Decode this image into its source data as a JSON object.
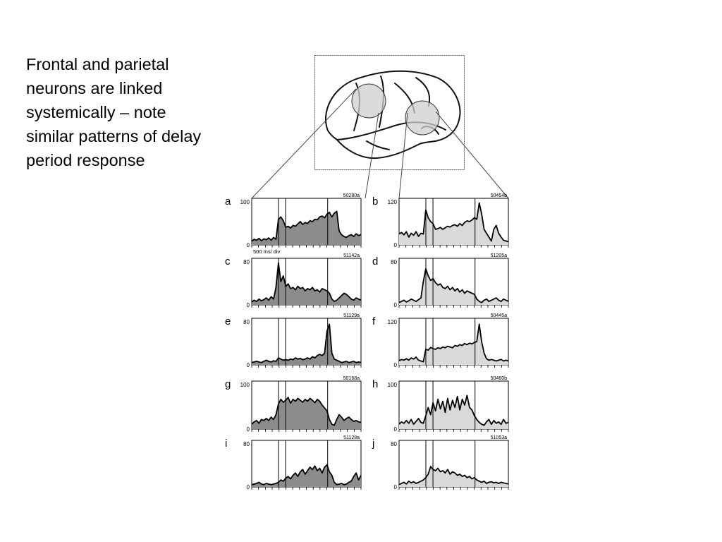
{
  "slide": {
    "text": "Frontal and parietal\nneurons are linked\nsystemically – note\nsimilar patterns of delay\nperiod response"
  },
  "brain": {
    "icon": "monkey-brain-lateral-view"
  },
  "scale_label": "500 ms/ div",
  "colors": {
    "frontal_fill": "#8c8c8c",
    "parietal_fill": "#d9d9d9",
    "line": "#000000"
  },
  "chart_data": [
    {
      "type": "area",
      "panel": "a",
      "id": "50280a",
      "ylim": [
        0,
        100
      ],
      "yticks": [
        "0",
        "100"
      ],
      "fill": "dark",
      "values": [
        8,
        12,
        10,
        14,
        9,
        13,
        11,
        15,
        10,
        16,
        12,
        55,
        60,
        52,
        38,
        40,
        36,
        42,
        40,
        45,
        50,
        44,
        48,
        46,
        52,
        50,
        55,
        54,
        60,
        62,
        58,
        66,
        70,
        60,
        68,
        72,
        30,
        22,
        18,
        16,
        20,
        22,
        18,
        24,
        20,
        22
      ]
    },
    {
      "type": "area",
      "panel": "b",
      "id": "50454b",
      "ylim": [
        0,
        120
      ],
      "yticks": [
        "0",
        "120"
      ],
      "fill": "light",
      "values": [
        28,
        32,
        26,
        34,
        20,
        30,
        25,
        34,
        22,
        30,
        28,
        90,
        70,
        60,
        55,
        40,
        42,
        45,
        40,
        44,
        48,
        46,
        50,
        52,
        48,
        55,
        50,
        58,
        62,
        60,
        64,
        70,
        66,
        108,
        80,
        40,
        30,
        20,
        10,
        40,
        50,
        30,
        20,
        12,
        10,
        8
      ]
    },
    {
      "type": "area",
      "panel": "c",
      "id": "51142a",
      "ylim": [
        0,
        80
      ],
      "yticks": [
        "0",
        "80"
      ],
      "fill": "dark",
      "values": [
        5,
        8,
        6,
        10,
        7,
        9,
        12,
        8,
        14,
        10,
        30,
        72,
        40,
        50,
        32,
        36,
        28,
        30,
        26,
        32,
        28,
        30,
        24,
        28,
        26,
        30,
        24,
        26,
        22,
        28,
        26,
        24,
        20,
        10,
        6,
        8,
        12,
        16,
        20,
        18,
        14,
        10,
        8,
        12,
        10,
        8
      ]
    },
    {
      "type": "area",
      "panel": "d",
      "id": "51205a",
      "ylim": [
        0,
        80
      ],
      "yticks": [
        "0",
        "80"
      ],
      "fill": "light",
      "values": [
        4,
        6,
        8,
        5,
        7,
        10,
        8,
        6,
        9,
        12,
        40,
        62,
        50,
        42,
        45,
        38,
        34,
        36,
        30,
        28,
        32,
        26,
        30,
        24,
        28,
        22,
        26,
        20,
        24,
        22,
        20,
        18,
        10,
        6,
        4,
        8,
        10,
        6,
        8,
        10,
        12,
        8,
        6,
        10,
        8,
        6
      ]
    },
    {
      "type": "area",
      "panel": "e",
      "id": "51129a",
      "ylim": [
        0,
        80
      ],
      "yticks": [
        "0",
        "80"
      ],
      "fill": "dark",
      "values": [
        4,
        5,
        6,
        5,
        4,
        6,
        8,
        6,
        5,
        7,
        6,
        12,
        10,
        8,
        9,
        8,
        10,
        9,
        12,
        10,
        11,
        9,
        10,
        12,
        10,
        14,
        12,
        16,
        18,
        16,
        20,
        58,
        70,
        20,
        10,
        8,
        6,
        4,
        5,
        6,
        4,
        5,
        6,
        4,
        5,
        4
      ]
    },
    {
      "type": "area",
      "panel": "f",
      "id": "50445a",
      "ylim": [
        0,
        120
      ],
      "yticks": [
        "0",
        "120"
      ],
      "fill": "light",
      "values": [
        10,
        14,
        12,
        16,
        12,
        18,
        15,
        20,
        12,
        10,
        8,
        40,
        38,
        45,
        42,
        40,
        44,
        42,
        46,
        44,
        48,
        46,
        44,
        50,
        48,
        52,
        50,
        55,
        52,
        56,
        54,
        58,
        60,
        105,
        60,
        30,
        16,
        12,
        14,
        12,
        10,
        12,
        14,
        10,
        12,
        10
      ]
    },
    {
      "type": "area",
      "panel": "g",
      "id": "50168a",
      "ylim": [
        0,
        100
      ],
      "yticks": [
        "0",
        "100"
      ],
      "fill": "dark",
      "values": [
        10,
        15,
        18,
        12,
        20,
        18,
        22,
        18,
        25,
        20,
        30,
        52,
        62,
        56,
        60,
        66,
        54,
        62,
        58,
        64,
        60,
        56,
        62,
        58,
        64,
        60,
        55,
        62,
        58,
        50,
        44,
        38,
        20,
        10,
        8,
        20,
        30,
        25,
        18,
        22,
        25,
        20,
        16,
        18,
        15,
        14
      ]
    },
    {
      "type": "area",
      "panel": "h",
      "id": "50460b",
      "ylim": [
        0,
        100
      ],
      "yticks": [
        "0",
        "100"
      ],
      "fill": "light",
      "values": [
        10,
        15,
        12,
        18,
        12,
        20,
        10,
        16,
        22,
        14,
        12,
        28,
        45,
        30,
        55,
        38,
        62,
        42,
        58,
        35,
        64,
        40,
        60,
        45,
        68,
        40,
        62,
        50,
        70,
        45,
        40,
        28,
        20,
        14,
        10,
        8,
        15,
        20,
        10,
        18,
        12,
        15,
        10,
        20,
        12,
        14
      ]
    },
    {
      "type": "area",
      "panel": "i",
      "id": "51128a",
      "ylim": [
        0,
        80
      ],
      "yticks": [
        "0",
        "80"
      ],
      "fill": "dark",
      "values": [
        4,
        5,
        6,
        8,
        5,
        4,
        6,
        5,
        4,
        5,
        6,
        8,
        12,
        10,
        15,
        18,
        14,
        20,
        24,
        18,
        26,
        30,
        22,
        28,
        34,
        30,
        36,
        28,
        32,
        24,
        34,
        38,
        26,
        20,
        8,
        4,
        5,
        6,
        4,
        5,
        8,
        10,
        18,
        24,
        12,
        20
      ]
    },
    {
      "type": "area",
      "panel": "j",
      "id": "51053a",
      "ylim": [
        0,
        80
      ],
      "yticks": [
        "0",
        "80"
      ],
      "fill": "light",
      "values": [
        4,
        6,
        8,
        5,
        10,
        7,
        9,
        6,
        8,
        10,
        12,
        16,
        22,
        35,
        30,
        28,
        32,
        26,
        28,
        24,
        30,
        22,
        26,
        24,
        20,
        22,
        18,
        20,
        16,
        18,
        14,
        16,
        12,
        10,
        8,
        10,
        6,
        8,
        9,
        7,
        8,
        6,
        8,
        7,
        6,
        5
      ]
    }
  ]
}
